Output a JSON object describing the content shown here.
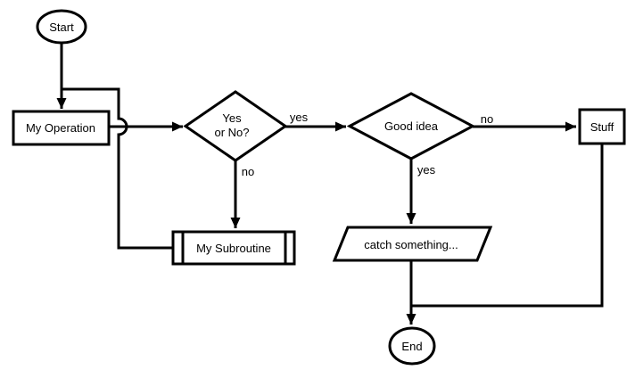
{
  "canvas": {
    "background": "#ffffff",
    "stroke_color": "#000000",
    "fill_color": "#ffffff",
    "text_color": "#000000"
  },
  "nodes": {
    "start": {
      "shape": "terminator",
      "label": "Start"
    },
    "my_operation": {
      "shape": "process",
      "label": "My Operation"
    },
    "yes_or_no": {
      "shape": "decision",
      "lines": [
        "Yes",
        "or No?"
      ]
    },
    "my_subroutine": {
      "shape": "predefined-process",
      "label": "My Subroutine"
    },
    "good_idea": {
      "shape": "decision",
      "label": "Good idea"
    },
    "stuff": {
      "shape": "process",
      "label": "Stuff"
    },
    "catch_something": {
      "shape": "parallelogram",
      "label": "catch something..."
    },
    "end": {
      "shape": "terminator",
      "label": "End"
    }
  },
  "edge_labels": {
    "yes_or_no_yes": "yes",
    "yes_or_no_no": "no",
    "good_idea_no": "no",
    "good_idea_yes": "yes"
  }
}
